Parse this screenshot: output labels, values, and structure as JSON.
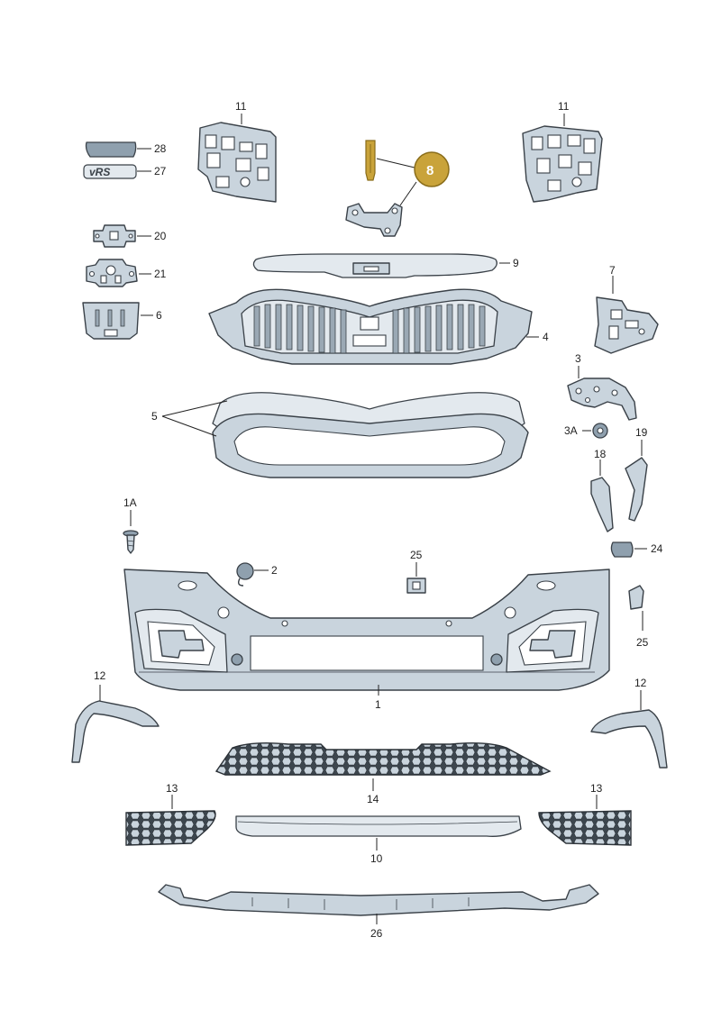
{
  "labels": {
    "l11a": "11",
    "l11b": "11",
    "l28": "28",
    "l27": "27",
    "l8": "8",
    "l20": "20",
    "l21": "21",
    "l9": "9",
    "l7": "7",
    "l6": "6",
    "l4": "4",
    "l3": "3",
    "l5": "5",
    "l3A": "3A",
    "l19": "19",
    "l18": "18",
    "l1A": "1A",
    "l25a": "25",
    "l2": "2",
    "l24": "24",
    "l25b": "25",
    "l1": "1",
    "l12a": "12",
    "l12b": "12",
    "l14": "14",
    "l13a": "13",
    "l13b": "13",
    "l10": "10",
    "l26": "26"
  },
  "badge_text": "vRS",
  "colors": {
    "part_fill": "#c9d4dd",
    "outline": "#3a4148",
    "highlight": "#c9a33a",
    "mesh": "#4a545d"
  }
}
